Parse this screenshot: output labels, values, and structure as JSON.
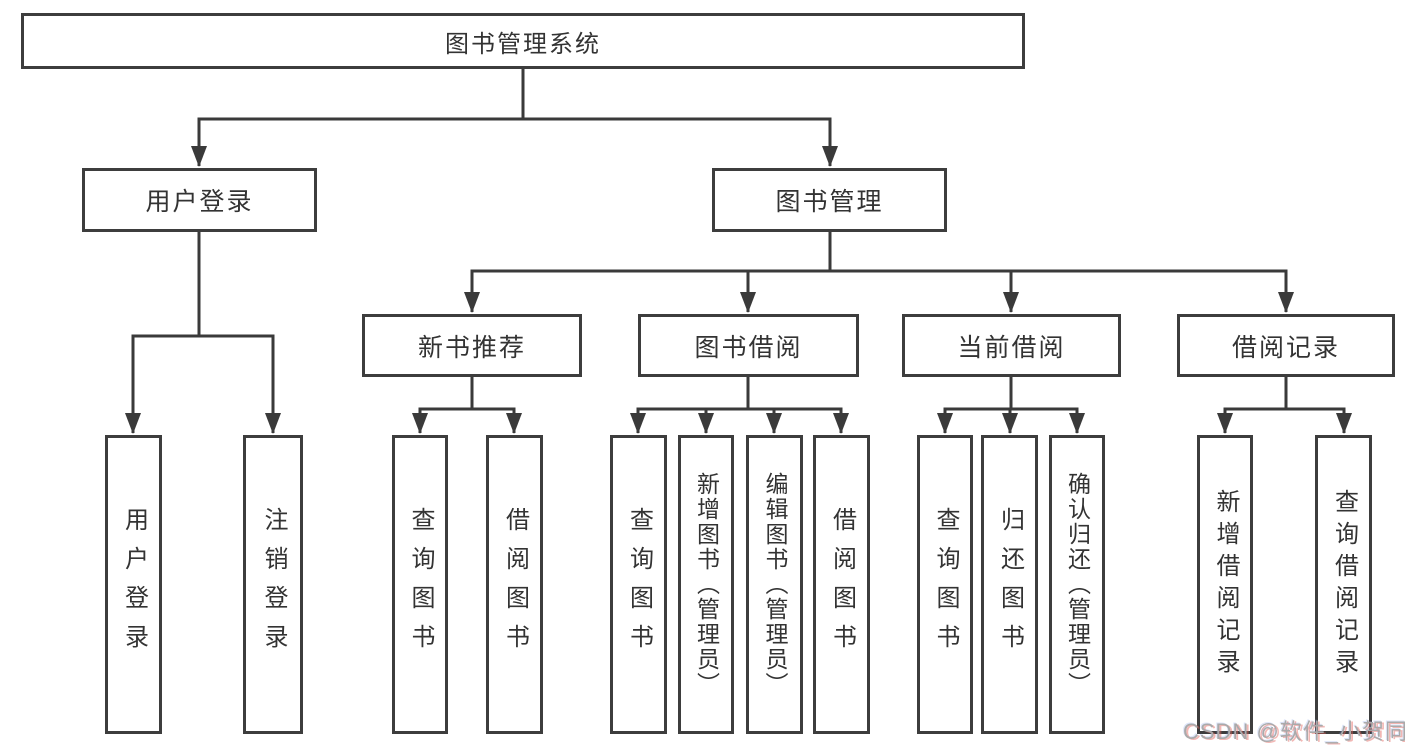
{
  "diagram": {
    "root": "图书管理系统",
    "branches": [
      {
        "label": "用户登录",
        "children": [
          "用户登录",
          "注销登录"
        ]
      },
      {
        "label": "图书管理",
        "groups": [
          {
            "label": "新书推荐",
            "children": [
              "查询图书",
              "借阅图书"
            ]
          },
          {
            "label": "图书借阅",
            "children": [
              "查询图书",
              "新增图书（管理员）",
              "编辑图书（管理员）",
              "借阅图书"
            ]
          },
          {
            "label": "当前借阅",
            "children": [
              "查询图书",
              "归还图书",
              "确认归还（管理员）"
            ]
          },
          {
            "label": "借阅记录",
            "children": [
              "新增借阅记录",
              "查询借阅记录"
            ]
          }
        ]
      }
    ]
  },
  "watermark": "CSDN @软件_小贺同学",
  "colors": {
    "line": "#3a3a3a",
    "box_border": "#3d3d3d",
    "text": "#333333",
    "watermark": "#aaaaaa"
  }
}
